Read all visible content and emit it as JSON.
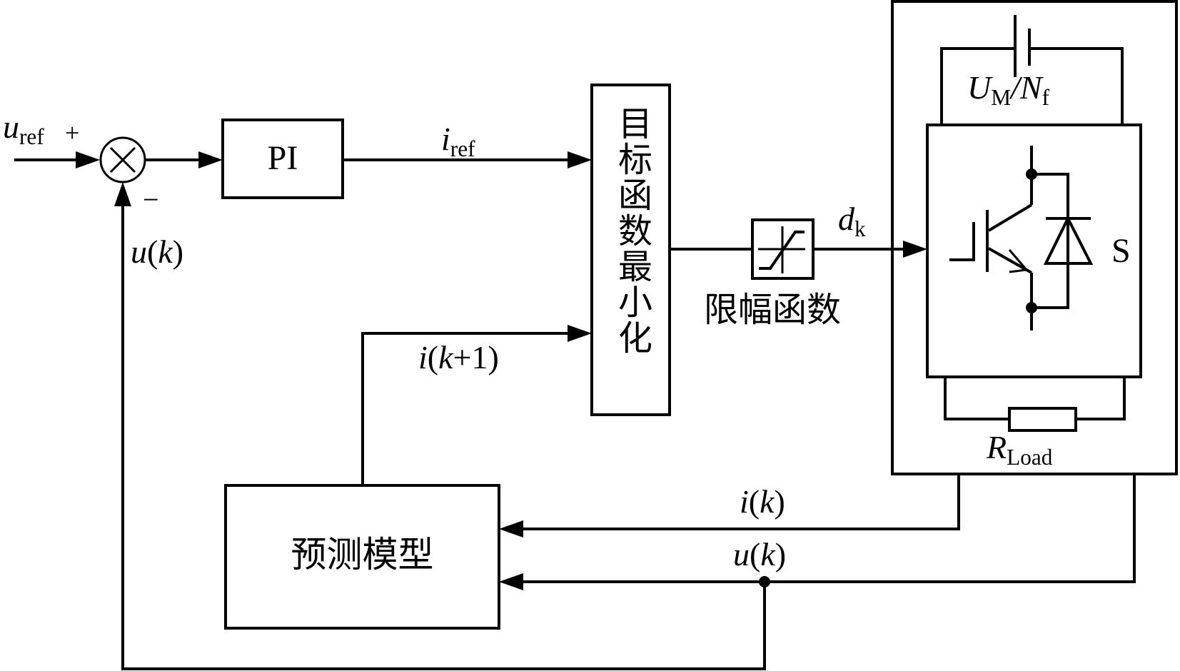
{
  "diagram": {
    "title": "Model predictive control block diagram",
    "summing_junction": {
      "symbol": "⊗",
      "input_label": "u",
      "input_sub": "ref",
      "plus_sign": "+",
      "minus_sign": "−"
    },
    "feedback_label": {
      "var": "u",
      "arg": "(k)",
      "arg_var": "k"
    },
    "pi_block": {
      "label": "PI"
    },
    "iref_label": {
      "var": "i",
      "sub": "ref"
    },
    "objective_block": {
      "label": "目标函数最小化"
    },
    "prediction_label": {
      "pre": "i(",
      "var": "k",
      "post": "+1)"
    },
    "limiter_block": {
      "caption": "限幅函数",
      "icon": "saturation-icon"
    },
    "duty_label": {
      "var": "d",
      "sub": "k"
    },
    "converter": {
      "source_label": {
        "var1": "U",
        "sub1": "M",
        "slash": "/",
        "var2": "N",
        "sub2": "f"
      },
      "switch_label": "S",
      "load_label": {
        "var": "R",
        "sub": "Load"
      }
    },
    "prediction_model": {
      "label": "预测模型"
    },
    "current_feedback": {
      "pre": "i(",
      "var": "k",
      "post": ")"
    },
    "voltage_feedback": {
      "pre": "u(",
      "var": "k",
      "post": ")"
    }
  }
}
